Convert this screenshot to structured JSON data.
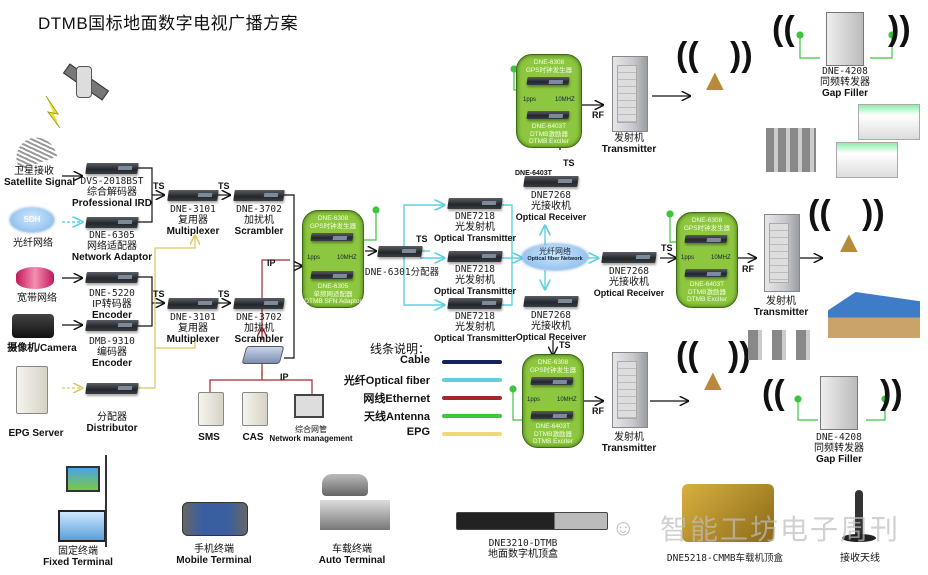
{
  "title": "DTMB国标地面数字电视广播方案",
  "sources": {
    "satellite": {
      "cn": "卫星接收",
      "en": "Satellite Signal"
    },
    "sdh": {
      "badge": "SDH",
      "cn": "光纤网络"
    },
    "broadband": {
      "cn": "宽带网络"
    },
    "camera": {
      "cn": "摄像机/Camera"
    },
    "epg_server": {
      "en": "EPG Server"
    }
  },
  "devices": {
    "ird": {
      "code": "DVS-2018BST",
      "cn": "综合解码器",
      "en": "Professional IRD"
    },
    "network_adaptor": {
      "code": "DNE-6305",
      "cn": "网络适配器",
      "en": "Network Adaptor"
    },
    "encoder_ip": {
      "code": "DNE-5220",
      "cn": "IP转码器",
      "en": "Encoder"
    },
    "encoder_dmb": {
      "code": "DMB-9310",
      "cn": "编码器",
      "en": "Encoder"
    },
    "distributor": {
      "cn": "分配器",
      "en": "Distributor"
    },
    "mux1": {
      "code": "DNE-3101",
      "cn": "复用器",
      "en": "Multiplexer"
    },
    "mux2": {
      "code": "DNE-3101",
      "cn": "复用器",
      "en": "Multiplexer"
    },
    "scrambler1": {
      "code": "DNE-3702",
      "cn": "加扰机",
      "en": "Scrambler"
    },
    "scrambler2": {
      "code": "DNE-3702",
      "cn": "加扰机",
      "en": "Scrambler"
    },
    "sfn_adaptor": {
      "top_code": "DNE-6308",
      "top_cn": "GPS时钟发生器",
      "pps": "1pps",
      "mhz": "10MHZ",
      "bottom_code": "DNE-6305",
      "bottom_cn": "单频网适配器",
      "bottom_en": "DTMB SFN Adaptor"
    },
    "splitter": {
      "label": "DNE-6301分配器"
    },
    "optical_tx": [
      {
        "code": "DNE7218",
        "cn": "光发射机",
        "en": "Optical Transmitter"
      },
      {
        "code": "DNE7218",
        "cn": "光发射机",
        "en": "Optical Transmitter"
      },
      {
        "code": "DNE7218",
        "cn": "光发射机",
        "en": "Optical Transmitter"
      }
    ],
    "fiber_network": {
      "cn": "光纤网络",
      "en": "Optical fiber Network"
    },
    "optical_rx": [
      {
        "code": "DNE7268",
        "cn": "光接收机",
        "en": "Optical Receiver",
        "tag": "DNE-6403T"
      },
      {
        "code": "DNE7268",
        "cn": "光接收机",
        "en": "Optical Receiver"
      },
      {
        "code": "DNE7268",
        "cn": "光接收机",
        "en": "Optical Receiver"
      }
    ],
    "exciters": [
      {
        "top_code": "DNE-6308",
        "top_cn": "GPS时钟发生器",
        "pps": "1pps",
        "mhz": "10MHZ",
        "bottom_code": "DNE-6403T",
        "bottom_cn": "DTMB激励器",
        "bottom_en": "DTMB Exciter"
      },
      {
        "top_code": "DNE-6308",
        "top_cn": "GPS时钟发生器",
        "pps": "1pps",
        "mhz": "10MHZ",
        "bottom_code": "DNE-6403T",
        "bottom_cn": "DTMB激励器",
        "bottom_en": "DTMB Exciter"
      },
      {
        "top_code": "DNE-6308",
        "top_cn": "GPS时钟发生器",
        "pps": "1pps",
        "mhz": "10MHZ",
        "bottom_code": "DNE-6403T",
        "bottom_cn": "DTMB激励器",
        "bottom_en": "DTMB Exciter"
      }
    ],
    "transmitters": [
      {
        "cn": "发射机",
        "en": "Transmitter"
      },
      {
        "cn": "发射机",
        "en": "Transmitter"
      },
      {
        "cn": "发射机",
        "en": "Transmitter"
      }
    ],
    "gap_fillers": [
      {
        "code": "DNE-4208",
        "cn": "同频转发器",
        "en": "Gap Filler"
      },
      {
        "code": "DNE-4208",
        "cn": "同频转发器",
        "en": "Gap Filler"
      }
    ],
    "sms": {
      "en": "SMS"
    },
    "cas": {
      "en": "CAS"
    },
    "nms": {
      "cn": "综合网管",
      "en": "Network management"
    }
  },
  "signal_labels": {
    "ts": "TS",
    "ip": "IP",
    "rf": "RF"
  },
  "legend": {
    "title": "线条说明：",
    "items": [
      {
        "label": "Cable",
        "color": "#14235a"
      },
      {
        "label": "光纤Optical fiber",
        "color": "#5fd0e0"
      },
      {
        "label": "网线Ethernet",
        "color": "#a4282a"
      },
      {
        "label": "天线Antenna",
        "color": "#3cc63c"
      },
      {
        "label": "EPG",
        "color": "#f0d878"
      }
    ]
  },
  "terminals": {
    "fixed": {
      "cn": "固定终端",
      "en": "Fixed Terminal"
    },
    "mobile": {
      "cn": "手机终端",
      "en": "Mobile Terminal"
    },
    "auto": {
      "cn": "车载终端",
      "en": "Auto Terminal"
    },
    "stb": {
      "code": "DNE3210-DTMB",
      "cn": "地面数字机顶盒"
    },
    "car_stb": {
      "label": "DNE5218-CMMB车载机顶盒"
    },
    "antenna": {
      "cn": "接收天线"
    }
  },
  "watermark": "智能工坊电子周刊",
  "colors": {
    "cable": "#14235a",
    "fiber": "#5fd0e0",
    "ethernet": "#a4282a",
    "antenna": "#3cc63c",
    "epg": "#f0d878",
    "green_box": "#8dc63f"
  }
}
